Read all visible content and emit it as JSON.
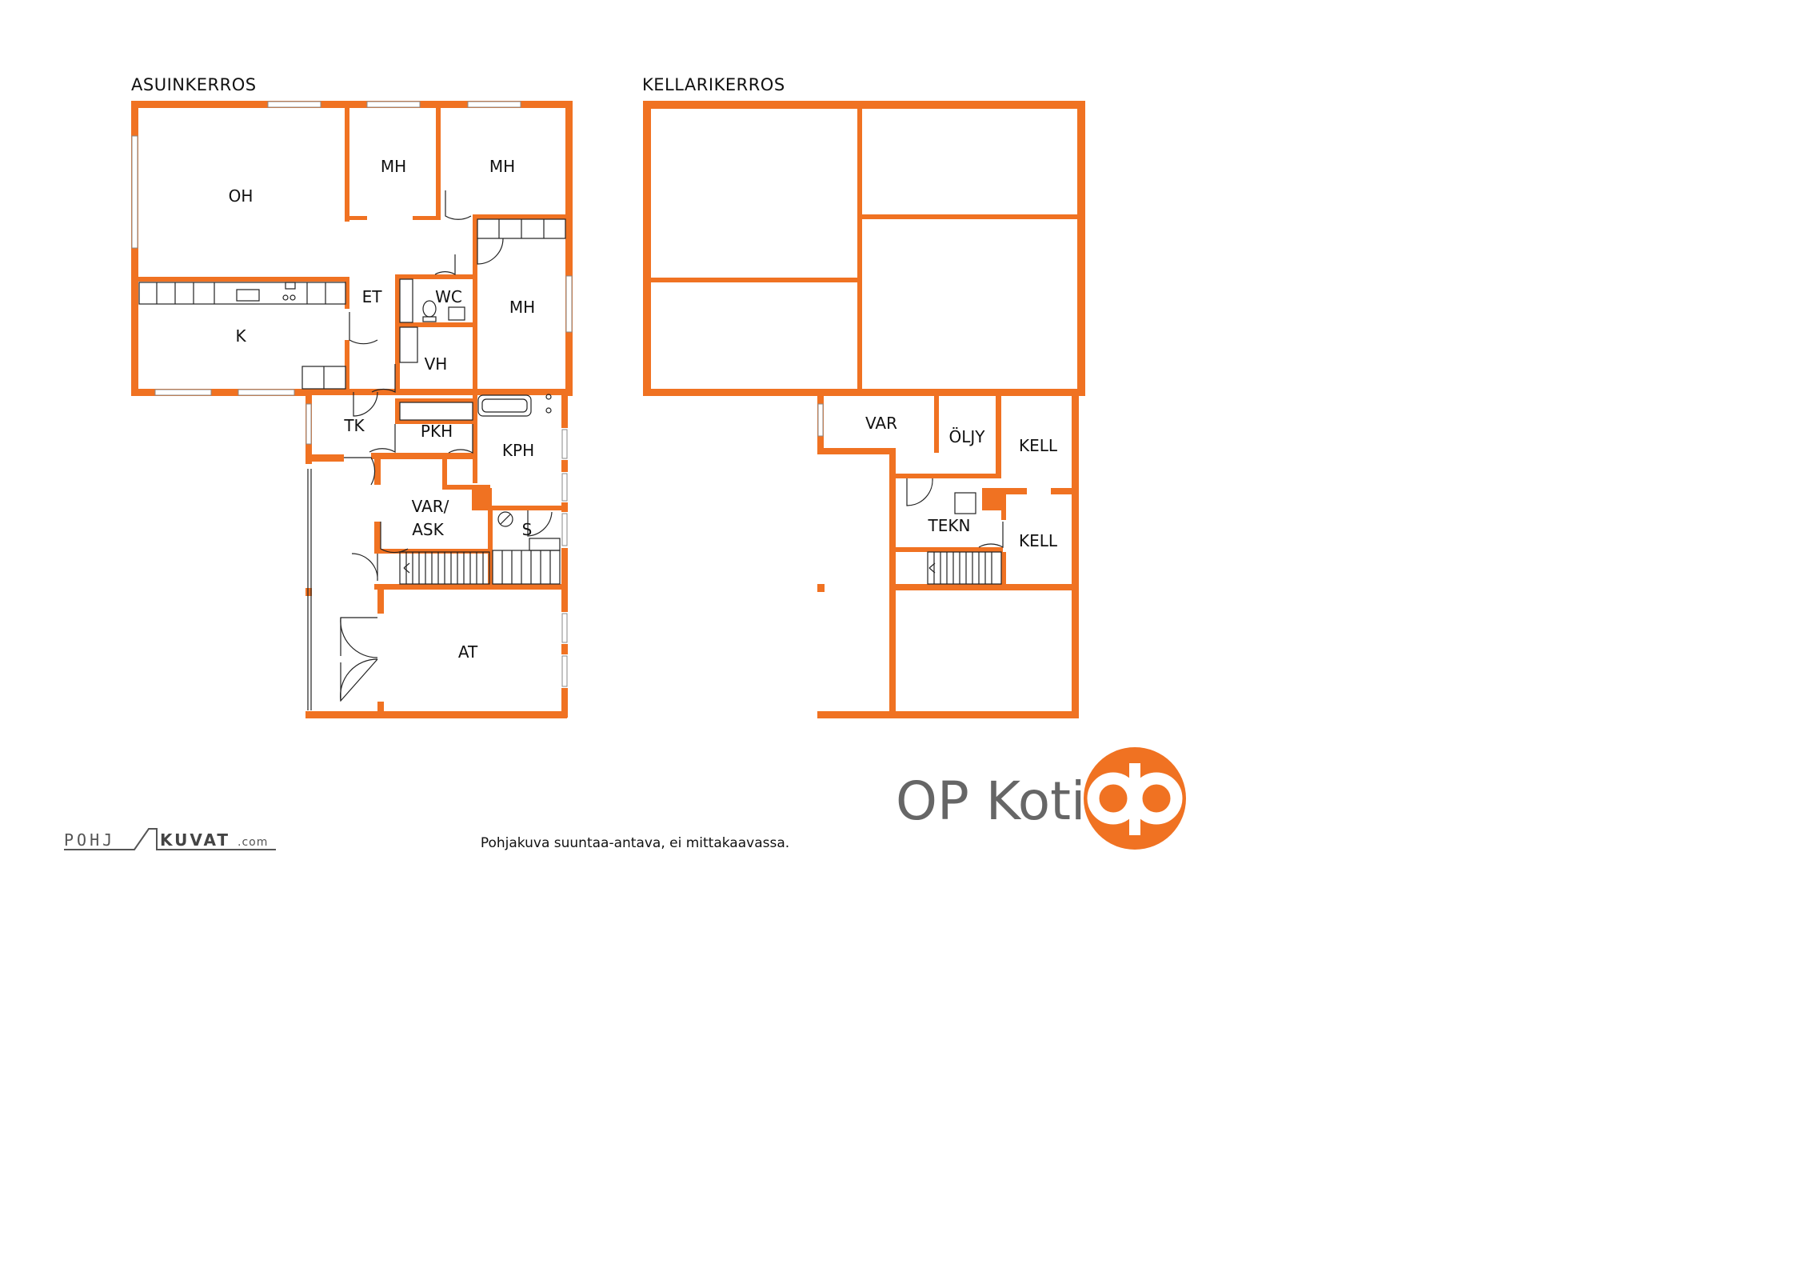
{
  "floors": {
    "main": {
      "title": "ASUINKERROS",
      "rooms": {
        "oh": "OH",
        "mh1": "MH",
        "mh2": "MH",
        "mh3": "MH",
        "k": "K",
        "et": "ET",
        "wc": "WC",
        "vh": "VH",
        "tk": "TK",
        "pkh": "PKH",
        "kph": "KPH",
        "var_ask_1": "VAR/",
        "var_ask_2": "ASK",
        "s": "S",
        "at": "AT"
      }
    },
    "basement": {
      "title": "KELLARIKERROS",
      "rooms": {
        "var": "VAR",
        "oljy": "ÖLJY",
        "kell1": "KELL",
        "kell2": "KELL",
        "tekn": "TEKN"
      }
    }
  },
  "footer": {
    "note": "Pohjakuva suuntaa-antava, ei mittakaavassa.",
    "credit_left": "POHJ",
    "credit_right": "KUVAT",
    "credit_suffix": ".com"
  },
  "brand": {
    "name": "OP Koti",
    "color": "#f07222"
  },
  "colors": {
    "wall": "#f07222",
    "line": "#222222"
  }
}
